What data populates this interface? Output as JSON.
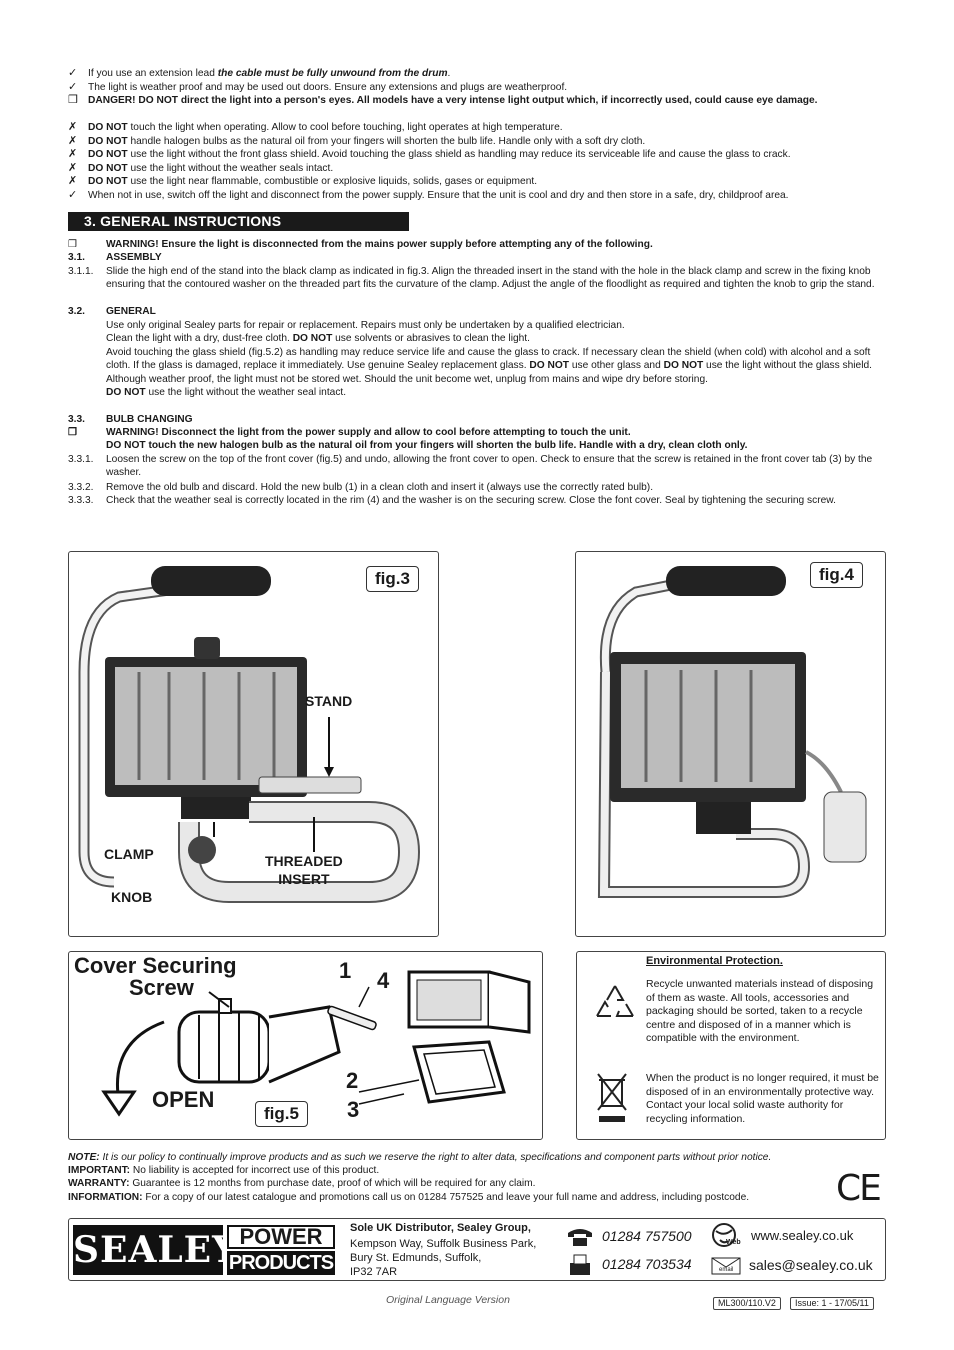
{
  "warnings": [
    {
      "mark": "✓",
      "parts": [
        {
          "t": "If you use an extension lead ",
          "s": ""
        },
        {
          "t": "the cable must be fully unwound from the drum",
          "s": "bi"
        },
        {
          "t": ".",
          "s": ""
        }
      ]
    },
    {
      "mark": "✓",
      "parts": [
        {
          "t": "The light is weather proof and may be used out doors. Ensure any extensions and plugs are weatherproof.",
          "s": ""
        }
      ]
    },
    {
      "mark": "❒",
      "parts": [
        {
          "t": "DANGER! DO NOT direct the light into a person's eyes. All models have a very intense light output which, if incorrectly used, could cause eye damage.",
          "s": "b"
        }
      ]
    },
    {
      "mark": "✗",
      "parts": [
        {
          "t": "DO NOT",
          "s": "b"
        },
        {
          "t": " touch the light when operating. Allow to cool before touching, light operates at high temperature.",
          "s": ""
        }
      ]
    },
    {
      "mark": "✗",
      "parts": [
        {
          "t": "DO NOT",
          "s": "b"
        },
        {
          "t": " handle halogen bulbs as the natural oil from your fingers will shorten the bulb life. Handle only with a soft dry cloth.",
          "s": ""
        }
      ]
    },
    {
      "mark": "✗",
      "parts": [
        {
          "t": "DO NOT",
          "s": "b"
        },
        {
          "t": " use the light without the front glass shield. Avoid touching the glass shield as handling may reduce its serviceable life and cause the glass to crack.",
          "s": ""
        }
      ]
    },
    {
      "mark": "✗",
      "parts": [
        {
          "t": "DO NOT",
          "s": "b"
        },
        {
          "t": " use the light without the weather seals intact.",
          "s": ""
        }
      ]
    },
    {
      "mark": "✗",
      "parts": [
        {
          "t": "DO NOT",
          "s": "b"
        },
        {
          "t": " use the light near flammable, combustible or explosive  liquids, solids, gases or equipment.",
          "s": ""
        }
      ]
    },
    {
      "mark": "✓",
      "parts": [
        {
          "t": "When not in use, switch off the light and disconnect from the power supply. Ensure that the unit is cool and dry and then store in a safe, dry, childproof area.",
          "s": ""
        }
      ]
    }
  ],
  "section": {
    "title": "3.   GENERAL INSTRUCTIONS",
    "warning_mark": "❒",
    "warning": "WARNING! Ensure the light is disconnected from the mains power supply before attempting any of the following.",
    "s31_num": "3.1.",
    "s31_title": "ASSEMBLY",
    "s311_num": "3.1.1.",
    "s311": "Slide the high end of the stand into the black clamp as indicated in fig.3.  Align the threaded insert in the stand with the hole in the black clamp and screw in the fixing knob ensuring that the contoured washer on the threaded part fits the curvature of the clamp. Adjust the angle of the floodlight as required and tighten the knob to grip the stand.",
    "s32_num": "3.2.",
    "s32_title": "GENERAL",
    "s32_a": "Use only original Sealey parts for repair or replacement. Repairs must only be undertaken by a qualified electrician.",
    "s32_b1": "Clean the light with a dry, dust-free cloth. ",
    "s32_b2": "DO NOT",
    "s32_b3": " use solvents or abrasives to clean the light.",
    "s32_c1": "Avoid touching the glass shield (fig.5.2) as handling  may reduce service life and cause the glass to crack. If necessary clean the shield (when cold) with alcohol and a soft cloth. If the glass is damaged, replace it immediately. Use genuine Sealey replacement glass. ",
    "s32_c2": "DO NOT",
    "s32_c3": " use other glass and ",
    "s32_c4": "DO NOT",
    "s32_c5": " use the light without the glass shield.",
    "s32_d": "Although weather proof, the light must not be stored wet. Should the unit become wet, unplug from mains and wipe dry before storing.",
    "s32_e1": "DO NOT",
    "s32_e2": " use the light without the weather seal intact.",
    "s33_num": "3.3.",
    "s33_title": "BULB CHANGING",
    "s33_w1": "WARNING! Disconnect the light from the power supply and allow to cool before attempting to touch the unit.",
    "s33_w2": "DO NOT touch the new halogen bulb as the natural oil from your fingers will shorten the bulb life. Handle with a dry, clean cloth only.",
    "s331_num": "3.3.1.",
    "s331": "Loosen the screw on the top of the front cover (fig.5) and undo, allowing the front cover to open. Check to ensure that the screw is retained in the front cover tab (3) by the washer.",
    "s332_num": "3.3.2.",
    "s332": "Remove the old bulb and discard. Hold the new bulb (1) in a clean cloth and insert it (always use the correctly rated bulb).",
    "s333_num": "3.3.3.",
    "s333": "Check that the weather seal is correctly located in the rim (4) and the washer is on the securing screw. Close the font cover. Seal by tightening the securing screw."
  },
  "fig3": {
    "label": "fig.3",
    "stand": "STAND",
    "clamp": "CLAMP",
    "threaded": "THREADED\nINSERT",
    "knob": "KNOB"
  },
  "fig4": {
    "label": "fig.4"
  },
  "fig5": {
    "label": "fig.5",
    "cover1": "Cover Securing",
    "cover2": "Screw",
    "open": "OPEN",
    "n1": "1",
    "n2": "2",
    "n3": "3",
    "n4": "4"
  },
  "env": {
    "title": "Environmental Protection.",
    "p1": "Recycle unwanted materials instead of disposing of them as waste. All tools, accessories and packaging should be sorted, taken to a recycle centre and disposed of in a manner which is compatible with the environment.",
    "p2": "When the product is no longer required, it must be disposed of in an environmentally protective way. Contact your local solid waste authority for recycling information."
  },
  "notes": {
    "note_l": "NOTE:",
    "note": " It is our policy to continually improve products and as such we reserve the right to alter data, specifications and component parts without prior notice.",
    "imp_l": "IMPORTANT:",
    "imp": " No liability is accepted for incorrect use of this product.",
    "war_l": "WARRANTY:",
    "war": " Guarantee is 12 months from purchase date, proof of which will be required for any claim.",
    "inf_l": "INFORMATION:",
    "inf": " For a copy of our latest catalogue and promotions call us on 01284 757525 and leave your full name and address, including postcode.",
    "ce": "CE"
  },
  "footer": {
    "brand": "SEALEY",
    "power": "POWER",
    "products": "PRODUCTS",
    "dist": "Sole UK Distributor, Sealey Group,",
    "addr1": "Kempson Way, Suffolk Business Park,",
    "addr2": "Bury St. Edmunds, Suffolk,",
    "addr3": "IP32 7AR",
    "phone": "01284 757500",
    "fax": "01284 703534",
    "web": "www.sealey.co.uk",
    "email": "sales@sealey.co.uk",
    "web_tag": "Web",
    "email_tag": "email",
    "orig": "Original Language Version",
    "ref": "ML300/110.V2",
    "issue": "Issue: 1  - 17/05/11"
  }
}
